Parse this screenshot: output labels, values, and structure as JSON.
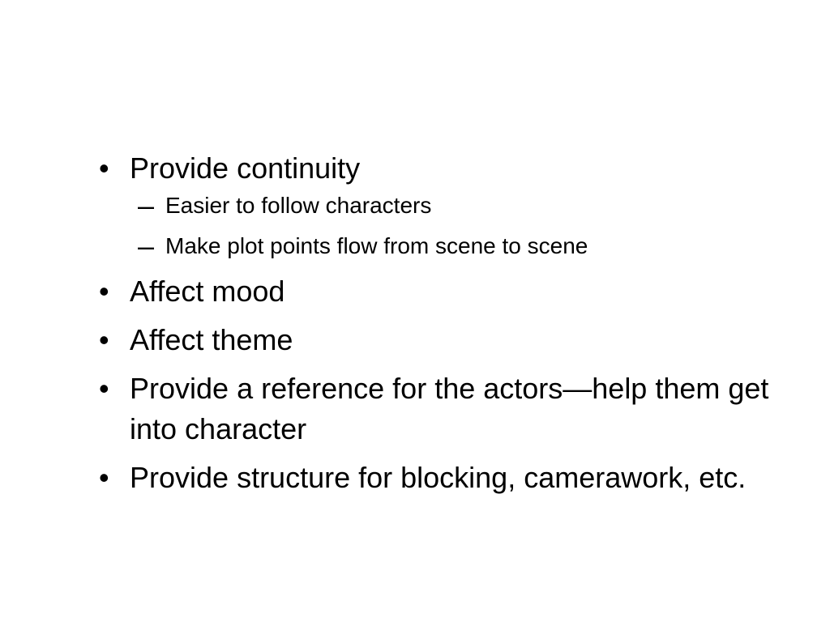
{
  "slide": {
    "bullets": [
      {
        "text": "Provide continuity",
        "subitems": [
          "Easier to follow characters",
          "Make plot points flow from scene to scene"
        ]
      },
      {
        "text": "Affect mood"
      },
      {
        "text": "Affect theme"
      },
      {
        "text": "Provide a reference for the actors—help them get into character"
      },
      {
        "text": "Provide structure for blocking, camerawork, etc."
      }
    ],
    "bullet_marker": "•",
    "sub_marker": "–"
  }
}
